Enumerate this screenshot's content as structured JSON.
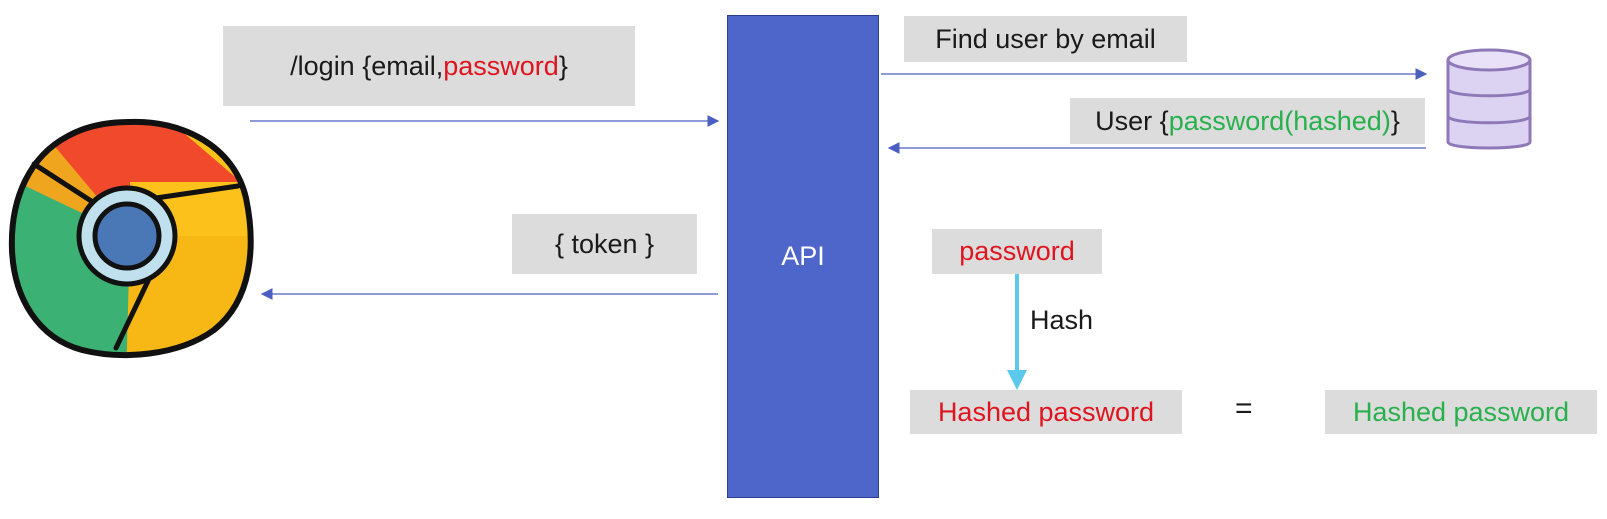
{
  "login_request": {
    "prefix": "/login {email, ",
    "field": "password",
    "suffix": "}"
  },
  "token_response": {
    "text": "{ token }"
  },
  "api": {
    "label": "API"
  },
  "find_user": {
    "text": "Find user by email"
  },
  "user_response": {
    "prefix": "User {",
    "field": "password(hashed)",
    "suffix": "}"
  },
  "hashing": {
    "input": "password",
    "step": "Hash",
    "output": "Hashed password",
    "equals": "=",
    "stored": "Hashed password"
  },
  "icons": {
    "client": "chrome-browser-icon",
    "store": "database-icon"
  },
  "colors": {
    "api": "#4e66c9",
    "arrow": "#4a5fc1",
    "hash_arrow": "#5bc8ec",
    "red": "#e0141e",
    "green": "#28b04d"
  }
}
